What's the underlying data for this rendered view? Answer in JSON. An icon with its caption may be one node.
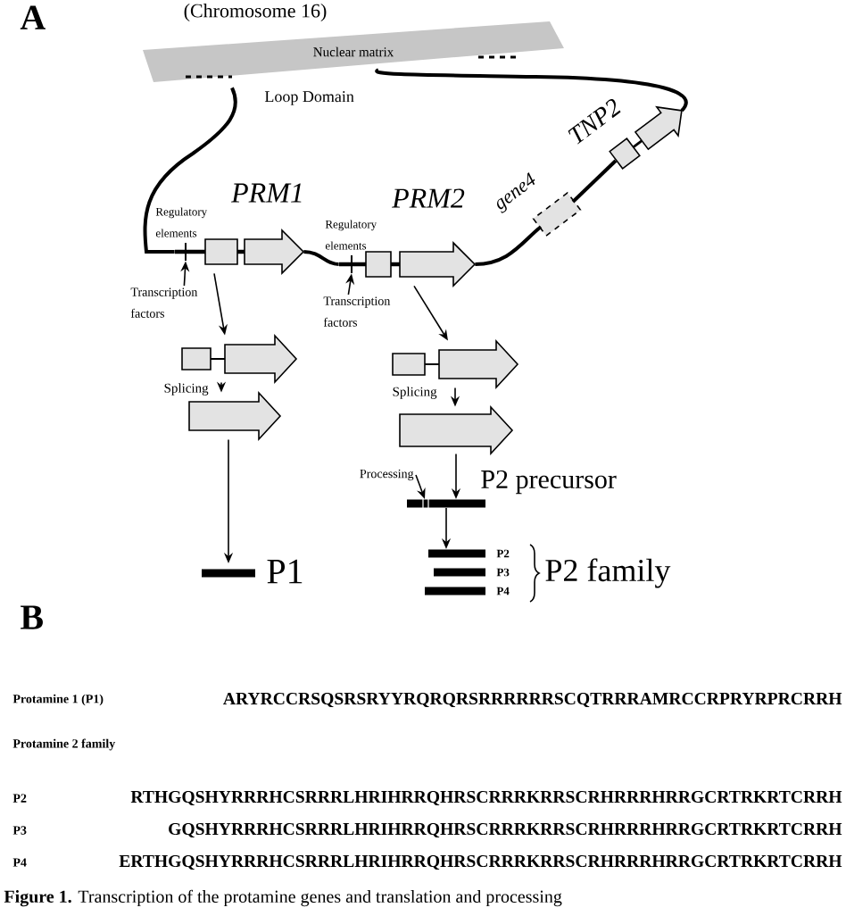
{
  "diagram": {
    "caption": "**Figure 1.** Transcription of the protamine genes and translation and processing",
    "nodes": [
      {
        "text": [
          "Nuclear matrix"
        ]
      },
      {
        "text": [
          "TNP2"
        ]
      },
      {
        "text": [
          "PRM1"
        ]
      },
      {
        "text": [
          "PRM2"
        ]
      },
      {
        "text": [
          "gene4"
        ]
      },
      {
        "text": [
          "Transcription factors"
        ]
      },
      {
        "text": [
          "Transcription factors"
        ]
      },
      {
        "text": [],
        "shape": "arrow"
      },
      {
        "text": [],
        "shape": "arrow"
      },
      {
        "text": [],
        "shape": "arrow"
      },
      {
        "text": [],
        "shape": "arrow"
      },
      {
        "text": [
          "Processing"
        ]
      },
      {
        "text": [
          "P2 precursor"
        ]
      },
      {
        "text": [
          "P1"
        ]
      },
      {
        "text": [
          "P2"
        ]
      },
      {
        "text": [
          "P3"
        ]
      },
      {
        "text": [
          "P4"
        ]
      }
    ],
    "edges": [
      {
        "from": 5,
        "to": 2,
        "arrow": "to"
      },
      {
        "from": 6,
        "to": 3,
        "arrow": "to"
      },
      {
        "from": 0,
        "to": 2,
        "arrow": "none"
      },
      {
        "from": 2,
        "to": 3,
        "arrow": "none"
      },
      {
        "from": 3,
        "to": 4,
        "arrow": "none"
      },
      {
        "from": 4,
        "to": 1,
        "arrow": "none"
      },
      {
        "from": 1,
        "to": 0,
        "arrow": "none"
      },
      {
        "from": 2,
        "to": 7,
        "arrow": "to"
      },
      {
        "from": 7,
        "to": 8,
        "arrow": "to",
        "label": "Splicing"
      },
      {
        "from": 8,
        "to": 13,
        "arrow": "to"
      },
      {
        "from": 3,
        "to": 9,
        "arrow": "to"
      },
      {
        "from": 9,
        "to": 10,
        "arrow": "to",
        "label": "Splicing"
      },
      {
        "from": 10,
        "to": 12,
        "arrow": "to"
      },
      {
        "from": 11,
        "to": 12,
        "arrow": "to"
      },
      {
        "from": 12,
        "to": 14,
        "arrow": "to"
      }
    ],
    "labels": [
      "A",
      "(Chromosome 16)",
      "Loop Domain",
      "Regulatory elements",
      "Regulatory elements",
      "P2 family",
      "B",
      "Protamine 1 (P1)",
      "ARYRCCRSQSRSRYYRQRQRSRRRRRRSCQTRRRAMRCCRPRYRPRCRRH",
      "Protamine 2 family",
      "P2",
      "RTHGQSHYRRRHCSRRRLHRIHRRQHRSCRRRKRRSCRHRRRHRRGCRTRKRTCRRH",
      "P3",
      "GQSHYRRRHCSRRRLHRIHRRQHRSCRRRKRRSCRHRRRHRRGCRTRKRTCRRH",
      "P4",
      "ERTHGQSHYRRRHCSRRRLHRIHRRQHRSCRRRKRRSCRHRRRHRRGCRTRKRTCRRH"
    ]
  }
}
